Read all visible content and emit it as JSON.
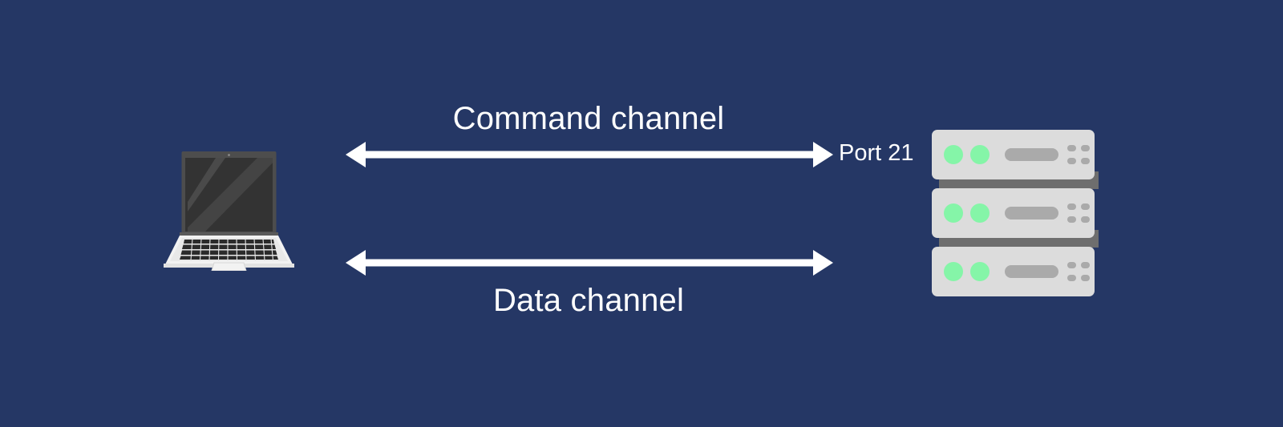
{
  "diagram": {
    "title": "FTP command channel and data channel between client and server",
    "background_color": "#253765",
    "stroke_color": "#ffffff"
  },
  "labels": {
    "command_channel": "Command channel",
    "data_channel": "Data channel",
    "port": "Port 21"
  },
  "nodes": {
    "client": {
      "name": "laptop",
      "colors": {
        "lid_frame": "#4d4d4d",
        "screen": "#333333",
        "glare": "#4a4a4a",
        "base": "#f2f2f2",
        "base_shadow": "#d9d9d9",
        "keys": "#2b2b2b"
      }
    },
    "server": {
      "name": "server-rack",
      "unit_count": 3,
      "colors": {
        "chassis": "#dcdcdc",
        "led": "#85f5a8",
        "pill": "#aaaaaa",
        "dot": "#aaaaaa",
        "separator": "#6e6e6e"
      }
    }
  },
  "connections": [
    {
      "name": "command-channel",
      "label": "Command channel",
      "label_position": "above",
      "direction": "bidirectional",
      "endpoint_label": "Port 21"
    },
    {
      "name": "data-channel",
      "label": "Data channel",
      "label_position": "below",
      "direction": "bidirectional",
      "endpoint_label": ""
    }
  ]
}
